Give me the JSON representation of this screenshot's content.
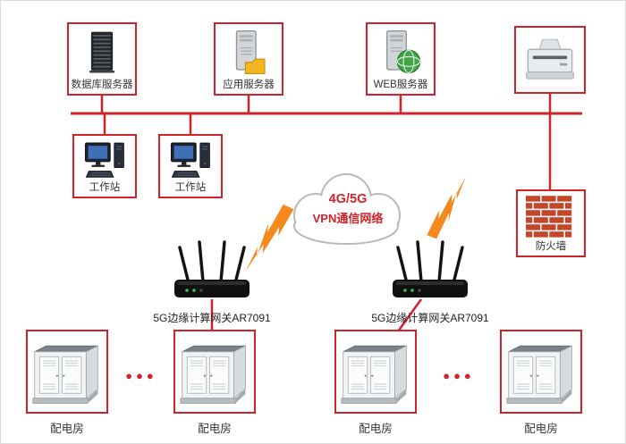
{
  "diagram": {
    "title_hint": "5G edge-gateway power distribution network topology",
    "colors": {
      "red": "#d2232a",
      "orange": "#f5891d",
      "text": "#333333"
    },
    "top_servers": [
      {
        "label": "数据库服务器",
        "icon": "database-server-icon"
      },
      {
        "label": "应用服务器",
        "icon": "app-server-icon"
      },
      {
        "label": "WEB服务器",
        "icon": "web-server-icon"
      },
      {
        "label": "",
        "icon": "printer-icon"
      }
    ],
    "workstations": [
      {
        "label": "工作站"
      },
      {
        "label": "工作站"
      }
    ],
    "firewall": {
      "label": "防火墙"
    },
    "cloud": {
      "line1": "4G/5G",
      "line2": "VPN通信网络"
    },
    "gateways": [
      {
        "label": "5G边缘计算网关AR7091"
      },
      {
        "label": "5G边缘计算网关AR7091"
      }
    ],
    "rooms": [
      {
        "label": "配电房"
      },
      {
        "label": "配电房"
      },
      {
        "label": "配电房"
      },
      {
        "label": "配电房"
      }
    ],
    "ellipsis": "●●●"
  }
}
